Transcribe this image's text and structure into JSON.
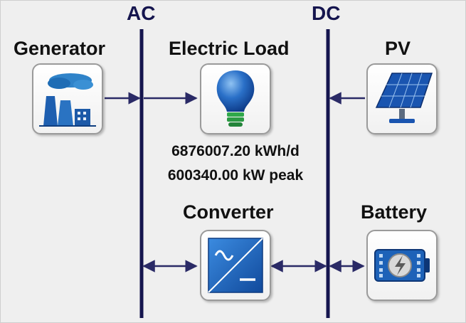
{
  "buses": {
    "ac": "AC",
    "dc": "DC"
  },
  "components": {
    "generator": {
      "label": "Generator",
      "icon": "power-plant-icon"
    },
    "electric_load": {
      "label": "Electric Load",
      "icon": "light-bulb-icon",
      "daily_energy": "6876007.20 kWh/d",
      "peak_power": "600340.00 kW peak"
    },
    "pv": {
      "label": "PV",
      "icon": "solar-panel-icon"
    },
    "converter": {
      "label": "Converter",
      "icon": "ac-dc-converter-icon"
    },
    "battery": {
      "label": "Battery",
      "icon": "battery-icon"
    }
  },
  "colors": {
    "bus_line": "#15154e",
    "arrow": "#2a2a66",
    "icon_blue": "#1a63b6",
    "bulb_base": "#2fa84a",
    "background": "#efefef"
  }
}
